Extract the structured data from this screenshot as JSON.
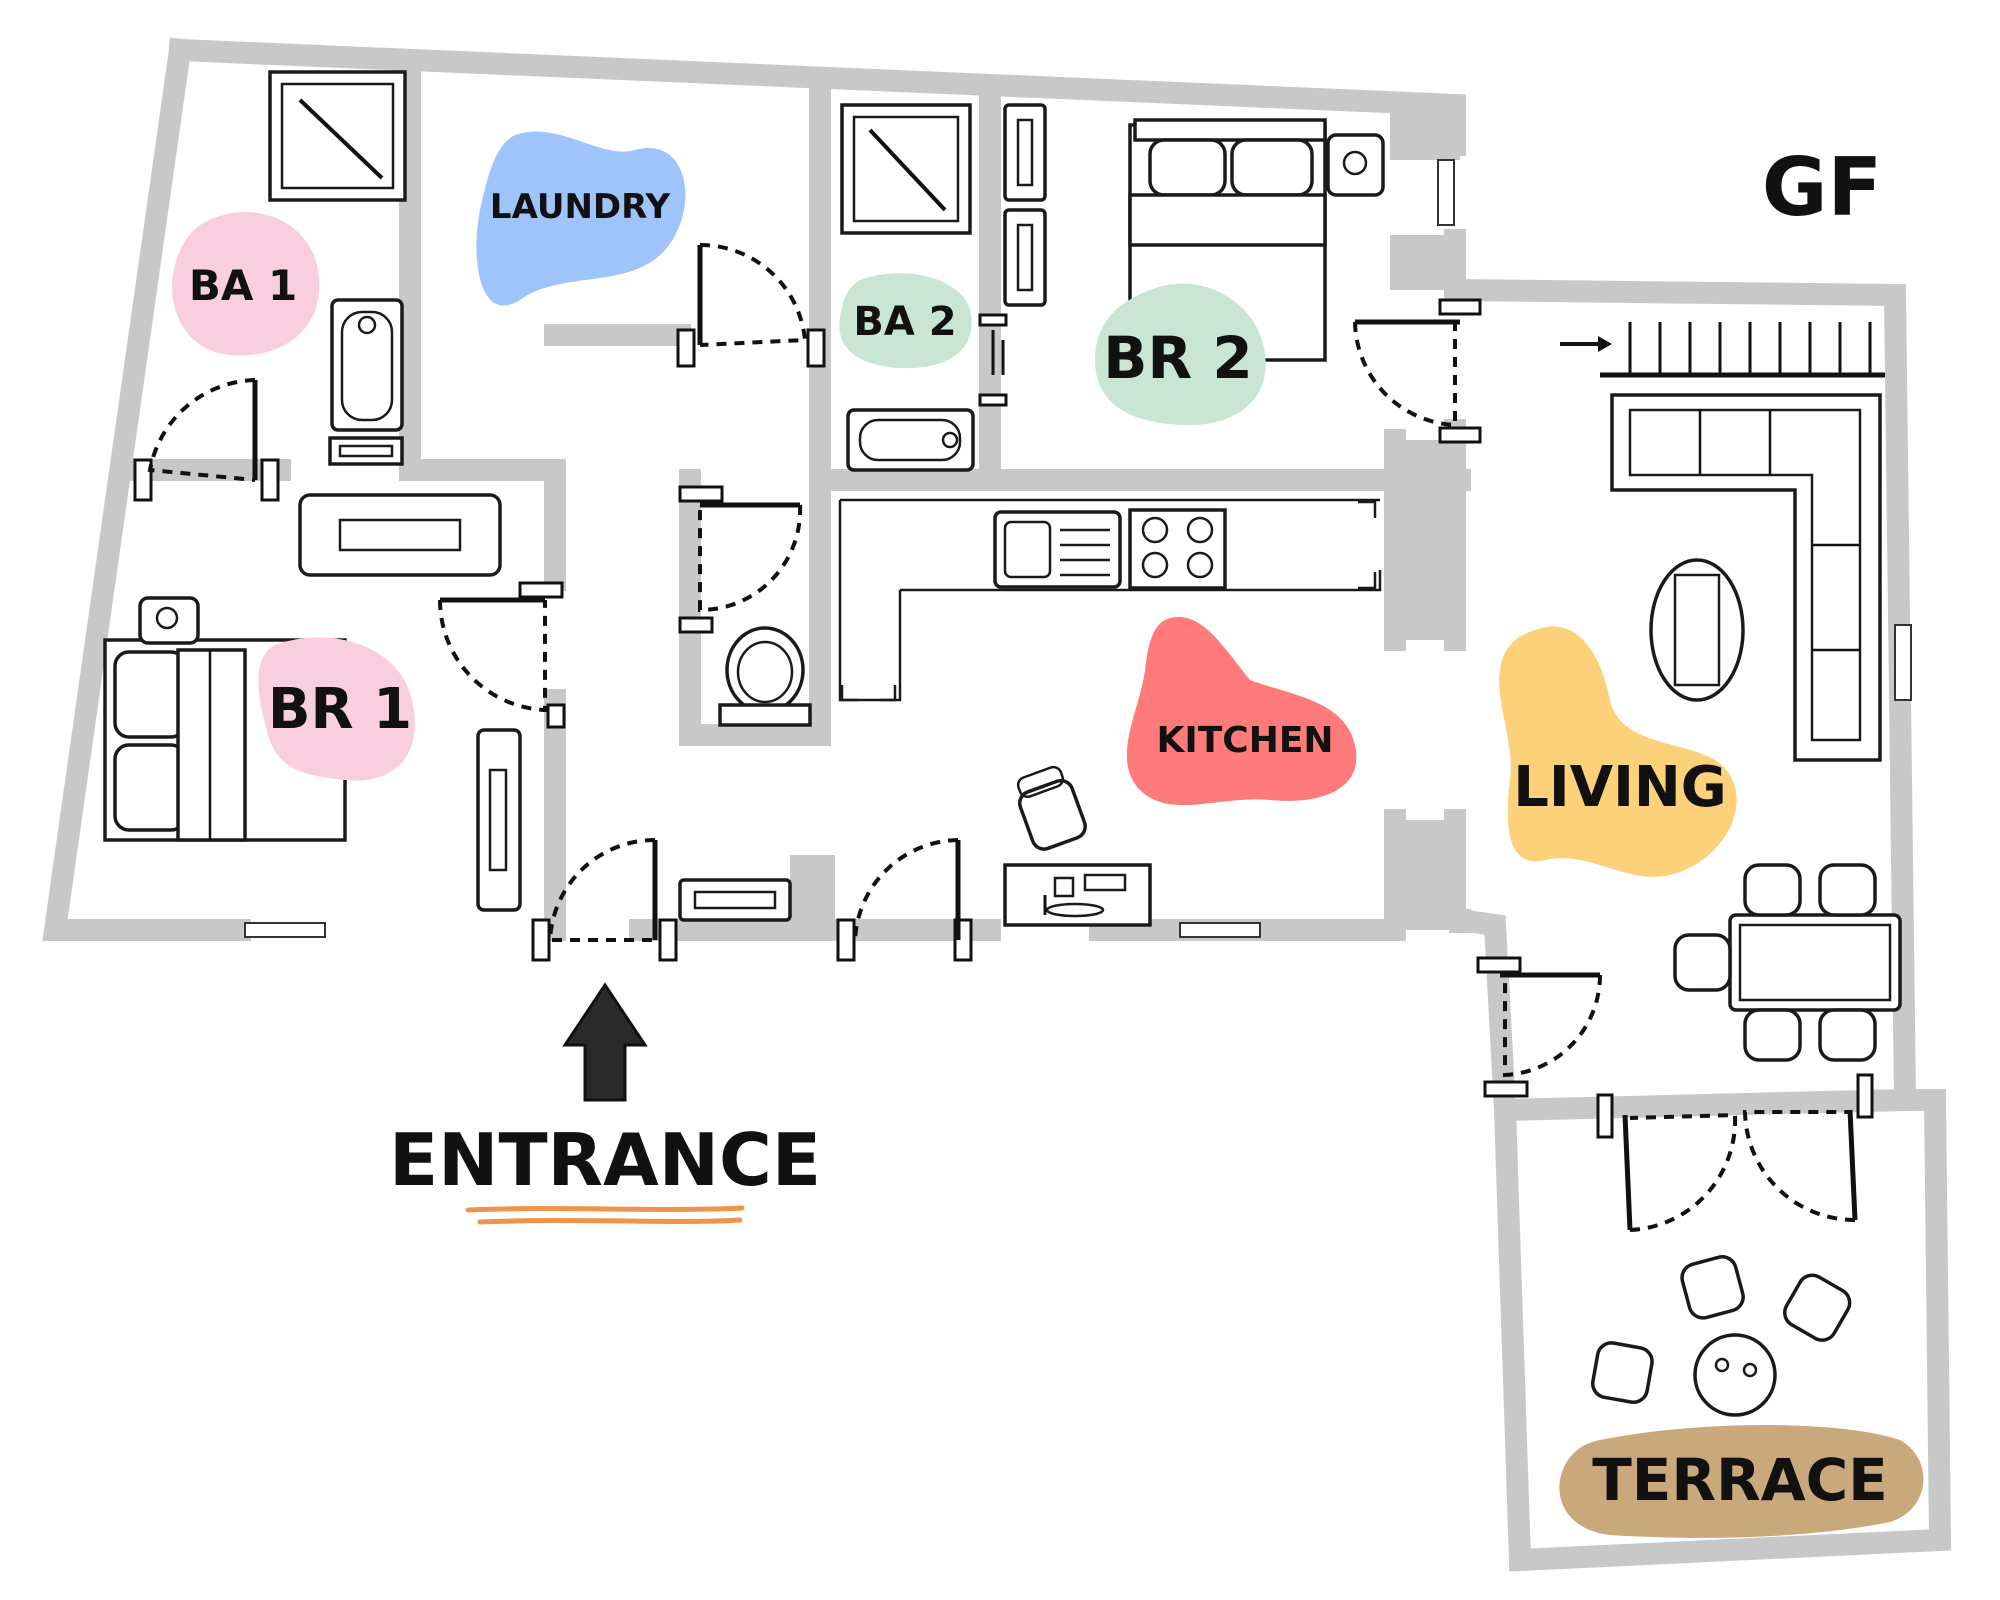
{
  "floor": {
    "level_label": "GF",
    "entrance_label": "ENTRANCE"
  },
  "rooms": [
    {
      "id": "ba1",
      "label": "BA 1",
      "color": "#f9cfe0"
    },
    {
      "id": "laundry",
      "label": "LAUNDRY",
      "color": "#9fc3fb"
    },
    {
      "id": "ba2",
      "label": "BA 2",
      "color": "#c9e6d4"
    },
    {
      "id": "br2",
      "label": "BR 2",
      "color": "#c9e6d4"
    },
    {
      "id": "br1",
      "label": "BR 1",
      "color": "#f9cfe0"
    },
    {
      "id": "kitchen",
      "label": "KITCHEN",
      "color": "#ff7b7b"
    },
    {
      "id": "living",
      "label": "LIVING",
      "color": "#fdd07a"
    },
    {
      "id": "terrace",
      "label": "TERRACE",
      "color": "#c9a97c"
    }
  ],
  "colors": {
    "wall": "#c8c8c8",
    "ink": "#111111",
    "underline": "#f0944a"
  },
  "icons": {
    "entrance_arrow": "arrow-up-icon",
    "stairs_arrow": "arrow-right-icon"
  }
}
